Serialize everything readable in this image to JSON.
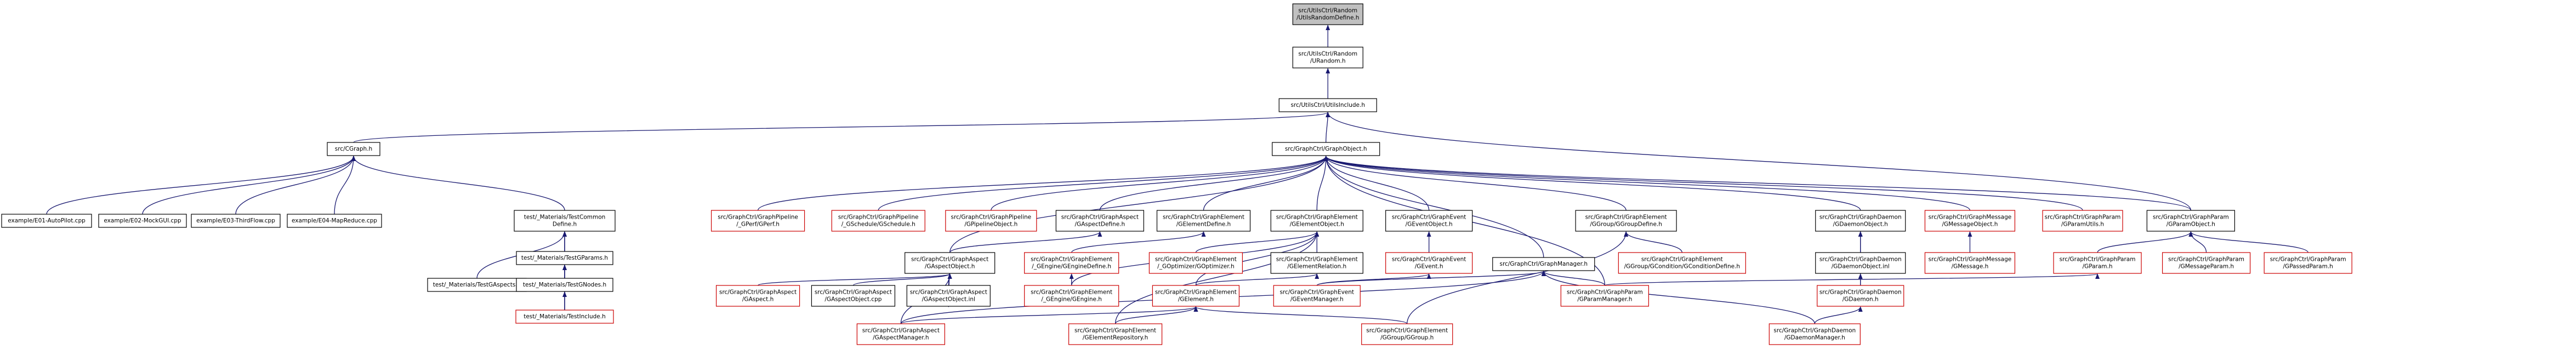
{
  "colors": {
    "node_fill": "#ffffff",
    "node_stroke_black": "#000000",
    "node_stroke_red": "#cc0000",
    "highlight_fill": "#c0c0c0",
    "edge": "#191970"
  },
  "nodes": {
    "randomdefine": {
      "lines": [
        "src/UtilsCtrl/Random",
        "/UtilsRandomDefine.h"
      ],
      "style": "highlight"
    },
    "random": {
      "lines": [
        "src/UtilsCtrl/Random",
        "/URandom.h"
      ],
      "style": "black"
    },
    "utilsinclude": {
      "lines": [
        "src/UtilsCtrl/UtilsInclude.h"
      ],
      "style": "black"
    },
    "cgraph": {
      "lines": [
        "src/CGraph.h"
      ],
      "style": "black"
    },
    "graphobject": {
      "lines": [
        "src/GraphCtrl/GraphObject.h"
      ],
      "style": "black"
    },
    "ex01": {
      "lines": [
        "example/E01-AutoPilot.cpp"
      ],
      "style": "black"
    },
    "ex02": {
      "lines": [
        "example/E02-MockGUI.cpp"
      ],
      "style": "black"
    },
    "ex03": {
      "lines": [
        "example/E03-ThirdFlow.cpp"
      ],
      "style": "black"
    },
    "ex04": {
      "lines": [
        "example/E04-MapReduce.cpp"
      ],
      "style": "black"
    },
    "testcommondefine": {
      "lines": [
        "test/_Materials/TestCommon",
        "Define.h"
      ],
      "style": "black"
    },
    "perf": {
      "lines": [
        "src/GraphCtrl/GraphPipeline",
        "/_GPerf/GPerf.h"
      ],
      "style": "red"
    },
    "schedule": {
      "lines": [
        "src/GraphCtrl/GraphPipeline",
        "/_GSchedule/GSchedule.h"
      ],
      "style": "red"
    },
    "pipelineobject": {
      "lines": [
        "src/GraphCtrl/GraphPipeline",
        "/GPipelineObject.h"
      ],
      "style": "red"
    },
    "aspectdefine": {
      "lines": [
        "src/GraphCtrl/GraphAspect",
        "/GAspectDefine.h"
      ],
      "style": "black"
    },
    "elementdefine": {
      "lines": [
        "src/GraphCtrl/GraphElement",
        "/GElementDefine.h"
      ],
      "style": "black"
    },
    "elementobject": {
      "lines": [
        "src/GraphCtrl/GraphElement",
        "/GElementObject.h"
      ],
      "style": "black"
    },
    "eventobject": {
      "lines": [
        "src/GraphCtrl/GraphEvent",
        "/GEventObject.h"
      ],
      "style": "black"
    },
    "groupdefine": {
      "lines": [
        "src/GraphCtrl/GraphElement",
        "/GGroup/GGroupDefine.h"
      ],
      "style": "black"
    },
    "daemonobject": {
      "lines": [
        "src/GraphCtrl/GraphDaemon",
        "/GDaemonObject.h"
      ],
      "style": "black"
    },
    "messageobject": {
      "lines": [
        "src/GraphCtrl/GraphMessage",
        "/GMessageObject.h"
      ],
      "style": "red"
    },
    "paramutils": {
      "lines": [
        "src/GraphCtrl/GraphParam",
        "/GParamUtils.h"
      ],
      "style": "red"
    },
    "paramobject": {
      "lines": [
        "src/GraphCtrl/GraphParam",
        "/GParamObject.h"
      ],
      "style": "black"
    },
    "aspectobject": {
      "lines": [
        "src/GraphCtrl/GraphAspect",
        "/GAspectObject.h"
      ],
      "style": "black"
    },
    "enginedefine": {
      "lines": [
        "src/GraphCtrl/GraphElement",
        "/_GEngine/GEngineDefine.h"
      ],
      "style": "red"
    },
    "optimizer": {
      "lines": [
        "src/GraphCtrl/GraphElement",
        "/_GOptimizer/GOptimizer.h"
      ],
      "style": "red"
    },
    "elementrelation": {
      "lines": [
        "src/GraphCtrl/GraphElement",
        "/GElementRelation.h"
      ],
      "style": "black"
    },
    "event": {
      "lines": [
        "src/GraphCtrl/GraphEvent",
        "/GEvent.h"
      ],
      "style": "red"
    },
    "graphmanager": {
      "lines": [
        "src/GraphCtrl/GraphManager.h"
      ],
      "style": "black"
    },
    "conditiondefine": {
      "lines": [
        "src/GraphCtrl/GraphElement",
        "/GGroup/GCondition/GConditionDefine.h"
      ],
      "style": "red"
    },
    "daemonobjectinl": {
      "lines": [
        "src/GraphCtrl/GraphDaemon",
        "/GDaemonObject.inl"
      ],
      "style": "black"
    },
    "message": {
      "lines": [
        "src/GraphCtrl/GraphMessage",
        "/GMessage.h"
      ],
      "style": "red"
    },
    "param": {
      "lines": [
        "src/GraphCtrl/GraphParam",
        "/GParam.h"
      ],
      "style": "red"
    },
    "messageparam": {
      "lines": [
        "src/GraphCtrl/GraphParam",
        "/GMessageParam.h"
      ],
      "style": "red"
    },
    "passedparam": {
      "lines": [
        "src/GraphCtrl/GraphParam",
        "/GPassedParam.h"
      ],
      "style": "red"
    },
    "testaspects": {
      "lines": [
        "test/_Materials/TestGAspects.h"
      ],
      "style": "black"
    },
    "testgparams": {
      "lines": [
        "test/_Materials/TestGParams.h"
      ],
      "style": "black"
    },
    "testgnodes": {
      "lines": [
        "test/_Materials/TestGNodes.h"
      ],
      "style": "black"
    },
    "testinclude": {
      "lines": [
        "test/_Materials/TestInclude.h"
      ],
      "style": "red"
    },
    "aspect": {
      "lines": [
        "src/GraphCtrl/GraphAspect",
        "/GAspect.h"
      ],
      "style": "red"
    },
    "aspectobjectcpp": {
      "lines": [
        "src/GraphCtrl/GraphAspect",
        "/GAspectObject.cpp"
      ],
      "style": "black"
    },
    "aspectobjectinl": {
      "lines": [
        "src/GraphCtrl/GraphAspect",
        "/GAspectObject.inl"
      ],
      "style": "black"
    },
    "engine": {
      "lines": [
        "src/GraphCtrl/GraphElement",
        "/_GEngine/GEngine.h"
      ],
      "style": "red"
    },
    "element": {
      "lines": [
        "src/GraphCtrl/GraphElement",
        "/GElement.h"
      ],
      "style": "red"
    },
    "eventmanager": {
      "lines": [
        "src/GraphCtrl/GraphEvent",
        "/GEventManager.h"
      ],
      "style": "red"
    },
    "parammanager": {
      "lines": [
        "src/GraphCtrl/GraphParam",
        "/GParamManager.h"
      ],
      "style": "red"
    },
    "daemon": {
      "lines": [
        "src/GraphCtrl/GraphDaemon",
        "/GDaemon.h"
      ],
      "style": "red"
    },
    "aspectmanager": {
      "lines": [
        "src/GraphCtrl/GraphAspect",
        "/GAspectManager.h"
      ],
      "style": "red"
    },
    "elementrepository": {
      "lines": [
        "src/GraphCtrl/GraphElement",
        "/GElementRepository.h"
      ],
      "style": "red"
    },
    "group": {
      "lines": [
        "src/GraphCtrl/GraphElement",
        "/GGroup/GGroup.h"
      ],
      "style": "red"
    },
    "daemonmanager": {
      "lines": [
        "src/GraphCtrl/GraphDaemon",
        "/GDaemonManager.h"
      ],
      "style": "red"
    }
  },
  "edges": [
    [
      "random",
      "randomdefine"
    ],
    [
      "utilsinclude",
      "random"
    ],
    [
      "cgraph",
      "utilsinclude"
    ],
    [
      "graphobject",
      "utilsinclude"
    ],
    [
      "paramobject",
      "utilsinclude"
    ],
    [
      "ex01",
      "cgraph"
    ],
    [
      "ex02",
      "cgraph"
    ],
    [
      "ex03",
      "cgraph"
    ],
    [
      "ex04",
      "cgraph"
    ],
    [
      "testcommondefine",
      "cgraph"
    ],
    [
      "perf",
      "graphobject"
    ],
    [
      "schedule",
      "graphobject"
    ],
    [
      "pipelineobject",
      "graphobject"
    ],
    [
      "aspectdefine",
      "graphobject"
    ],
    [
      "elementdefine",
      "graphobject"
    ],
    [
      "elementobject",
      "graphobject"
    ],
    [
      "eventobject",
      "graphobject"
    ],
    [
      "groupdefine",
      "graphobject"
    ],
    [
      "daemonobject",
      "graphobject"
    ],
    [
      "messageobject",
      "graphobject"
    ],
    [
      "paramutils",
      "graphobject"
    ],
    [
      "paramobject",
      "graphobject"
    ],
    [
      "aspectobject",
      "graphobject"
    ],
    [
      "graphmanager",
      "graphobject"
    ],
    [
      "parammanager",
      "graphobject"
    ],
    [
      "testaspects",
      "testcommondefine"
    ],
    [
      "testgparams",
      "testcommondefine"
    ],
    [
      "testgnodes",
      "testcommondefine"
    ],
    [
      "testinclude",
      "testcommondefine"
    ],
    [
      "testgnodes",
      "testgparams"
    ],
    [
      "testinclude",
      "testgparams"
    ],
    [
      "testinclude",
      "testgnodes"
    ],
    [
      "aspectobject",
      "aspectdefine"
    ],
    [
      "enginedefine",
      "elementdefine"
    ],
    [
      "optimizer",
      "elementobject"
    ],
    [
      "elementrelation",
      "elementobject"
    ],
    [
      "element",
      "elementobject"
    ],
    [
      "elementrepository",
      "elementobject"
    ],
    [
      "engine",
      "elementobject"
    ],
    [
      "event",
      "eventobject"
    ],
    [
      "conditiondefine",
      "groupdefine"
    ],
    [
      "group",
      "groupdefine"
    ],
    [
      "daemonobjectinl",
      "daemonobject"
    ],
    [
      "daemonobject",
      "daemonobjectinl"
    ],
    [
      "daemon",
      "daemonobject"
    ],
    [
      "message",
      "messageobject"
    ],
    [
      "param",
      "paramobject"
    ],
    [
      "messageparam",
      "paramobject"
    ],
    [
      "passedparam",
      "paramobject"
    ],
    [
      "aspect",
      "aspectobject"
    ],
    [
      "aspectobjectcpp",
      "aspectobject"
    ],
    [
      "aspectobjectinl",
      "aspectobject"
    ],
    [
      "aspectobject",
      "aspectobjectinl"
    ],
    [
      "aspectmanager",
      "aspectobject"
    ],
    [
      "engine",
      "enginedefine"
    ],
    [
      "element",
      "elementrelation"
    ],
    [
      "eventmanager",
      "event"
    ],
    [
      "eventmanager",
      "graphmanager"
    ],
    [
      "parammanager",
      "graphmanager"
    ],
    [
      "daemonmanager",
      "graphmanager"
    ],
    [
      "aspectmanager",
      "graphmanager"
    ],
    [
      "daemon",
      "daemonobjectinl"
    ],
    [
      "parammanager",
      "param"
    ],
    [
      "aspectmanager",
      "element"
    ],
    [
      "elementrepository",
      "element"
    ],
    [
      "group",
      "element"
    ],
    [
      "daemonmanager",
      "daemon"
    ]
  ]
}
